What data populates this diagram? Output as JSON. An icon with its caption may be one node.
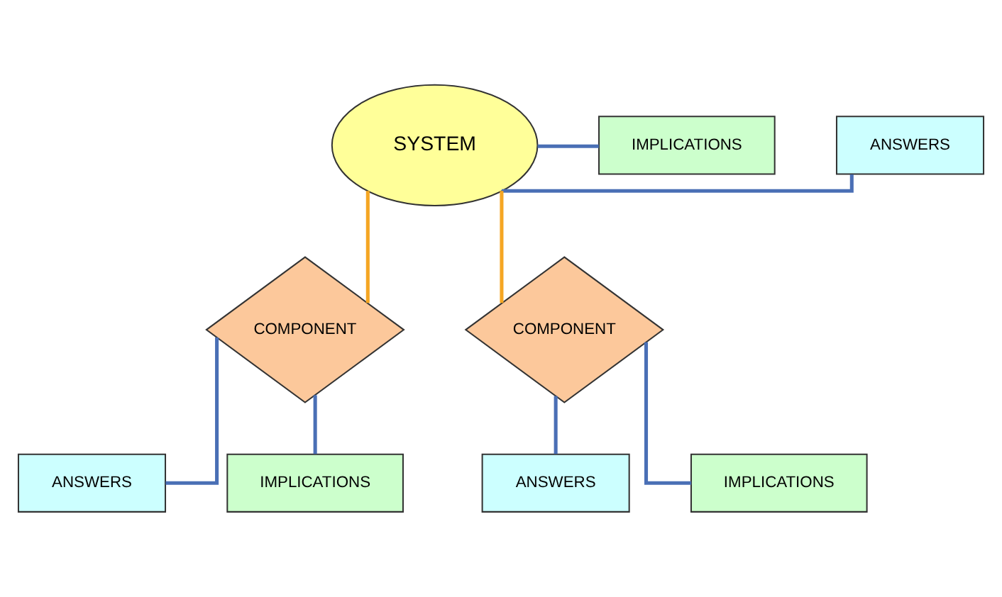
{
  "diagram": {
    "nodes": [
      {
        "text": [
          "SYSTEM"
        ]
      },
      {
        "text": [
          "ANSWERS"
        ]
      },
      {
        "text": [
          "IMPLICATIONS"
        ]
      },
      {
        "text": [
          "COMPONENT"
        ]
      },
      {
        "text": [
          "COMPONENT"
        ]
      },
      {
        "text": [
          "ANSWERS"
        ]
      },
      {
        "text": [
          "IMPLICATIONS"
        ]
      },
      {
        "text": [
          "ANSWERS"
        ]
      },
      {
        "text": [
          "IMPLICATIONS"
        ]
      }
    ],
    "edges": [
      {
        "from": 0,
        "to": 1,
        "arrow": "none"
      },
      {
        "from": 0,
        "to": 2,
        "arrow": "none"
      },
      {
        "from": 0,
        "to": 3,
        "arrow": "none",
        "color": "#f5a623"
      },
      {
        "from": 0,
        "to": 4,
        "arrow": "none",
        "color": "#f5a623"
      },
      {
        "from": 3,
        "to": 5,
        "arrow": "none"
      },
      {
        "from": 3,
        "to": 6,
        "arrow": "none"
      },
      {
        "from": 4,
        "to": 7,
        "arrow": "none"
      },
      {
        "from": 4,
        "to": 8,
        "arrow": "none"
      }
    ]
  }
}
